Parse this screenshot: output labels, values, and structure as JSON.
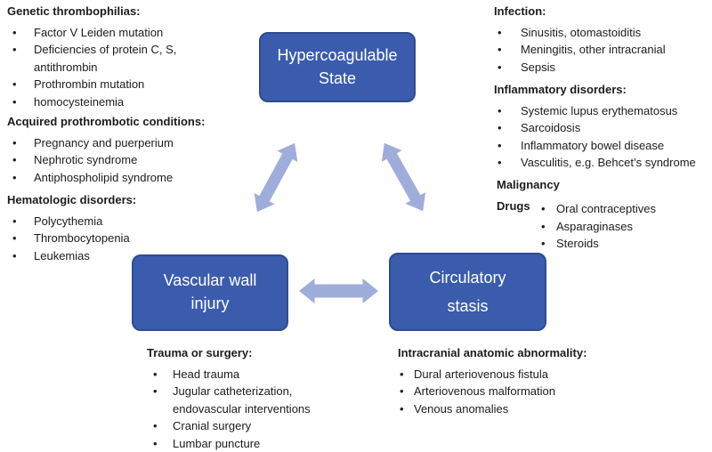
{
  "colors": {
    "node-fill": "#3b5cad",
    "node-border": "#2f4c8f",
    "node-text": "#ffffff",
    "arrow": "#9fadda",
    "text": "#1c1c1c",
    "background": "#ffffff"
  },
  "nodes": {
    "hypercoagulable": {
      "label": "Hypercoagulable\nState"
    },
    "vascular_wall": {
      "label": "Vascular wall\ninjury"
    },
    "circulatory_stasis": {
      "label": "Circulatory\nstasis"
    }
  },
  "connections": [
    {
      "from": "hypercoagulable",
      "to": "vascular_wall",
      "style": "double-arrow"
    },
    {
      "from": "hypercoagulable",
      "to": "circulatory_stasis",
      "style": "double-arrow"
    },
    {
      "from": "vascular_wall",
      "to": "circulatory_stasis",
      "style": "double-arrow"
    }
  ],
  "groups": {
    "genetic": {
      "title": "Genetic thrombophilias:",
      "items": [
        "Factor V Leiden mutation",
        "Deficiencies of protein C, S, antithrombin",
        "Prothrombin mutation",
        "homocysteinemia"
      ]
    },
    "acquired": {
      "title": "Acquired prothrombotic conditions:",
      "items": [
        "Pregnancy and puerperium",
        "Nephrotic syndrome",
        "Antiphospholipid syndrome"
      ]
    },
    "hematologic": {
      "title": "Hematologic disorders:",
      "items": [
        "Polycythemia",
        "Thrombocytopenia",
        "Leukemias"
      ]
    },
    "infection": {
      "title": "Infection:",
      "items": [
        "Sinusitis, otomastoiditis",
        "Meningitis, other intracranial",
        "Sepsis"
      ]
    },
    "inflammatory": {
      "title": "Inflammatory disorders:",
      "items": [
        "Systemic lupus erythematosus",
        "Sarcoidosis",
        "Inflammatory bowel disease",
        "Vasculitis, e.g. Behcet’s syndrome"
      ]
    },
    "malignancy": {
      "title": "Malignancy"
    },
    "drugs": {
      "title": "Drugs",
      "items": [
        "Oral contraceptives",
        "Asparaginases",
        "Steroids"
      ]
    },
    "trauma": {
      "title": "Trauma or surgery:",
      "items": [
        "Head trauma",
        "Jugular catheterization, endovascular interventions",
        "Cranial surgery",
        "Lumbar puncture"
      ]
    },
    "intracranial": {
      "title": "Intracranial anatomic abnormality:",
      "items": [
        "Dural arteriovenous fistula",
        "Arteriovenous malformation",
        "Venous anomalies"
      ]
    }
  }
}
